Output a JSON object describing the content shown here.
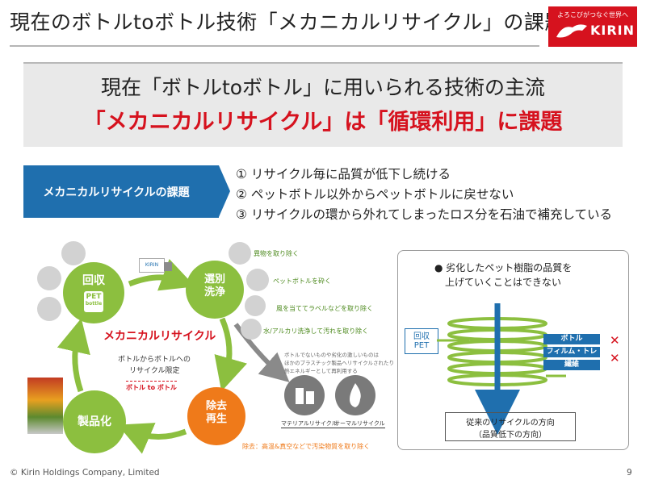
{
  "header": {
    "title": "現在のボトルtoボトル技術「メカニカルリサイクル」の課題",
    "logo_tagline": "よろこびがつなぐ世界へ",
    "logo_word": "KIRIN"
  },
  "banner": {
    "line1": "現在「ボトルtoボトル」に用いられる技術の主流",
    "line2": "「メカニカルリサイクル」は「循環利用」に課題"
  },
  "issues": {
    "label": "メカニカルリサイクルの課題",
    "items": [
      "① リサイクル毎に品質が低下し続ける",
      "② ペットボトル以外からペットボトルに戻せない",
      "③ リサイクルの環から外れてしまったロス分を石油で補充している"
    ]
  },
  "cycle": {
    "collect": "回収",
    "pet_mark": "PET",
    "pet_bottle": "bottle",
    "truck": "KIRIN",
    "sort_wash_1": "選別",
    "sort_wash_2": "洗浄",
    "notes": [
      "異物を取り除く",
      "ペットボトルを砕く",
      "風を当ててラベルなどを取り除く",
      "水/アルカリ洗浄して汚れを取り除く"
    ],
    "center_title": "メカニカルリサイクル",
    "center_sub1": "ボトルからボトルへの",
    "center_sub2": "リサイクル限定",
    "center_tag": "ボトル to ボトル",
    "product": "製品化",
    "remove_1": "除去",
    "remove_2": "再生",
    "remove_note": "除去：高温&真空などで汚染物質を取り除く",
    "side_text": [
      "ボトルでないものや劣化の激しいものは",
      "ほかのプラスチック製品へリサイクルされたり",
      "熱エネルギーとして再利用する"
    ],
    "material": "マテリアルリサイクル",
    "thermal": "サーマルリサイクル"
  },
  "right_panel": {
    "lead1": "● 劣化したペット樹脂の品質を",
    "lead2": "上げていくことはできない",
    "input": [
      "回収",
      "PET"
    ],
    "outputs": [
      "ボトル",
      "フィルム・トレイ",
      "繊維"
    ],
    "caption1": "従来のリサイクルの方向",
    "caption2": "（品質低下の方向）"
  },
  "footer": {
    "copyright": "© Kirin Holdings Company, Limited",
    "page": "9"
  },
  "colors": {
    "accent": "#d6121e",
    "brand_blue": "#1f6fae",
    "green": "#8cbf3f",
    "orange": "#ef7a1a"
  }
}
